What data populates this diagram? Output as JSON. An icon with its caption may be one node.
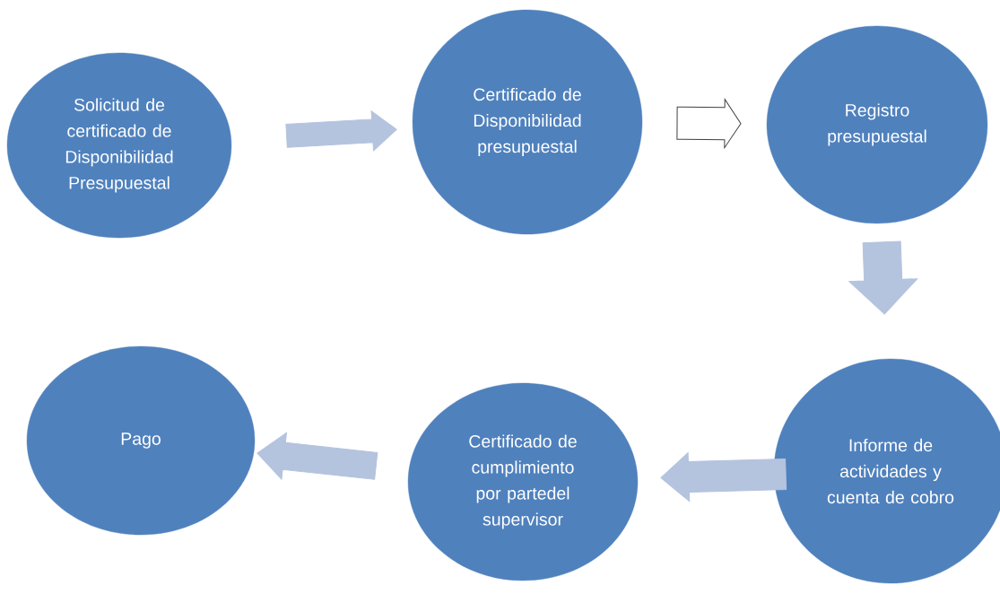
{
  "diagram": {
    "nodes": [
      {
        "text": [
          "Solicitud de certificado de Disponibilidad Presupuestal"
        ]
      },
      {
        "text": [
          "Certificado de Disponibilidad presupuestal"
        ]
      },
      {
        "text": [
          "Registro presupuestal"
        ]
      },
      {
        "text": [
          "Informe de actividades y cuenta de cobro"
        ]
      },
      {
        "text": [
          "Certificado de cumplimiento por partedel supervisor"
        ]
      },
      {
        "text": [
          "Pago"
        ]
      }
    ],
    "edges": [
      {
        "from": 0,
        "to": 1,
        "arrow": "to"
      },
      {
        "from": 1,
        "to": 2,
        "arrow": "to",
        "color": "#ffffff"
      },
      {
        "from": 2,
        "to": 3,
        "arrow": "to"
      },
      {
        "from": 3,
        "to": 4,
        "arrow": "to"
      },
      {
        "from": 4,
        "to": 5,
        "arrow": "to"
      }
    ]
  }
}
